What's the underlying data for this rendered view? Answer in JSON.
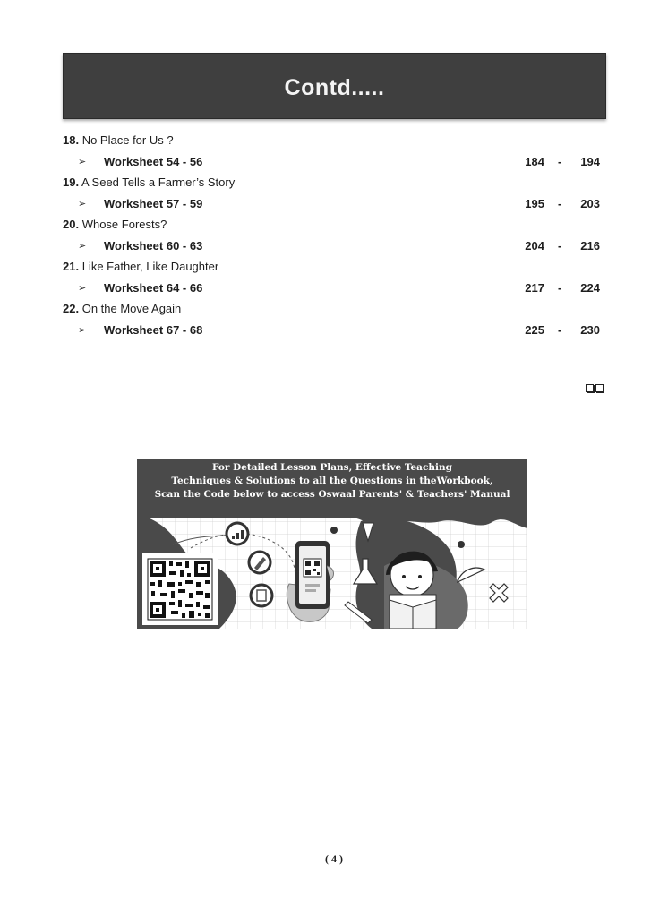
{
  "header": {
    "title": "Contd....."
  },
  "chapters": [
    {
      "num": "18.",
      "title": "No Place for Us ?",
      "worksheet": "Worksheet 54 - 56",
      "page_start": "184",
      "page_end": "194"
    },
    {
      "num": "19.",
      "title": "A Seed Tells a Farmer’s Story",
      "worksheet": "Worksheet 57 - 59",
      "page_start": "195",
      "page_end": "203"
    },
    {
      "num": "20.",
      "title": "Whose Forests?",
      "worksheet": "Worksheet 60 - 63",
      "page_start": "204",
      "page_end": "216"
    },
    {
      "num": "21.",
      "title": "Like Father, Like Daughter",
      "worksheet": "Worksheet 64 - 66",
      "page_start": "217",
      "page_end": "224"
    },
    {
      "num": "22.",
      "title": "On the Move Again",
      "worksheet": "Worksheet 67 - 68",
      "page_start": "225",
      "page_end": "230"
    }
  ],
  "separator": "-",
  "bullet_icon": "arrowhead-bullet-icon",
  "banner": {
    "line1": "For Detailed Lesson Plans, Effective Teaching",
    "line2": "Techniques & Solutions to all the Questions in theWorkbook,",
    "line3": "Scan the Code below to access Oswaal Parents' & Teachers' Manual"
  },
  "footer": {
    "page_number": "( 4 )"
  }
}
